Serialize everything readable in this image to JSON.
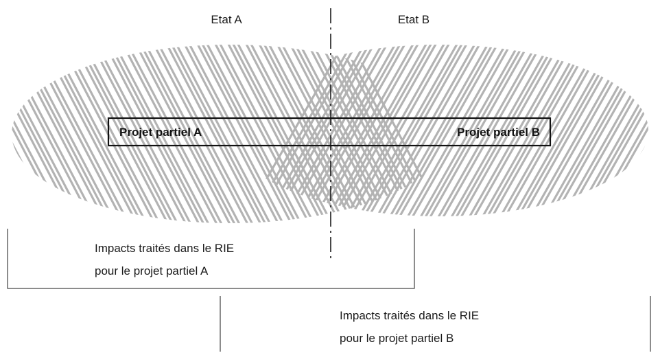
{
  "diagram": {
    "state_a_label": "Etat A",
    "state_b_label": "Etat B",
    "project_a_label": "Projet partiel A",
    "project_b_label": "Projet partiel B",
    "impacts_a_line1": "Impacts traités dans le RIE",
    "impacts_a_line2": "pour le projet partiel A",
    "impacts_b_line1": "Impacts traités dans le RIE",
    "impacts_b_line2": "pour le projet partiel B"
  },
  "colors": {
    "hatch": "#b3b3b3",
    "lines": "#1a1a1a",
    "background": "#ffffff"
  }
}
